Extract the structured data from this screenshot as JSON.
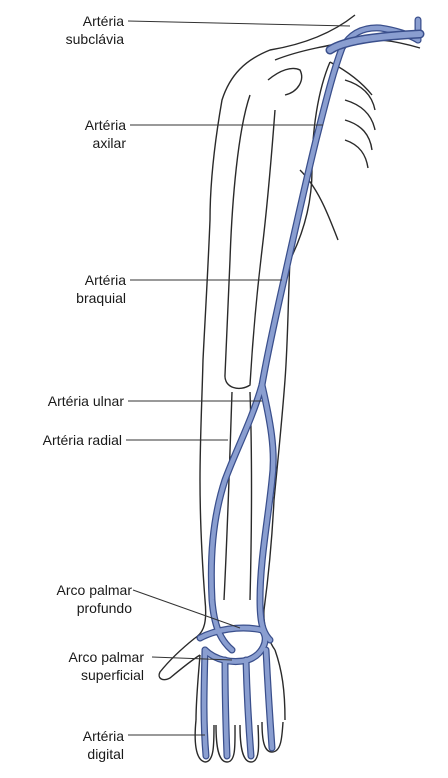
{
  "colors": {
    "artery": "#8a9ed0",
    "artery_stroke": "#3a4f8c",
    "outline": "#2a2a2a",
    "leader": "#333333",
    "text": "#1a1a1a"
  },
  "labels": {
    "subclavia": {
      "line1": "Artéria",
      "line2": "subclávia"
    },
    "axilar": {
      "line1": "Artéria",
      "line2": "axilar"
    },
    "braquial": {
      "line1": "Artéria",
      "line2": "braquial"
    },
    "ulnar": {
      "line1": "Artéria ulnar"
    },
    "radial": {
      "line1": "Artéria radial"
    },
    "arco_profundo": {
      "line1": "Arco palmar",
      "line2": "profundo"
    },
    "arco_superficial": {
      "line1": "Arco palmar",
      "line2": "superficial"
    },
    "digital": {
      "line1": "Artéria",
      "line2": "digital"
    }
  }
}
